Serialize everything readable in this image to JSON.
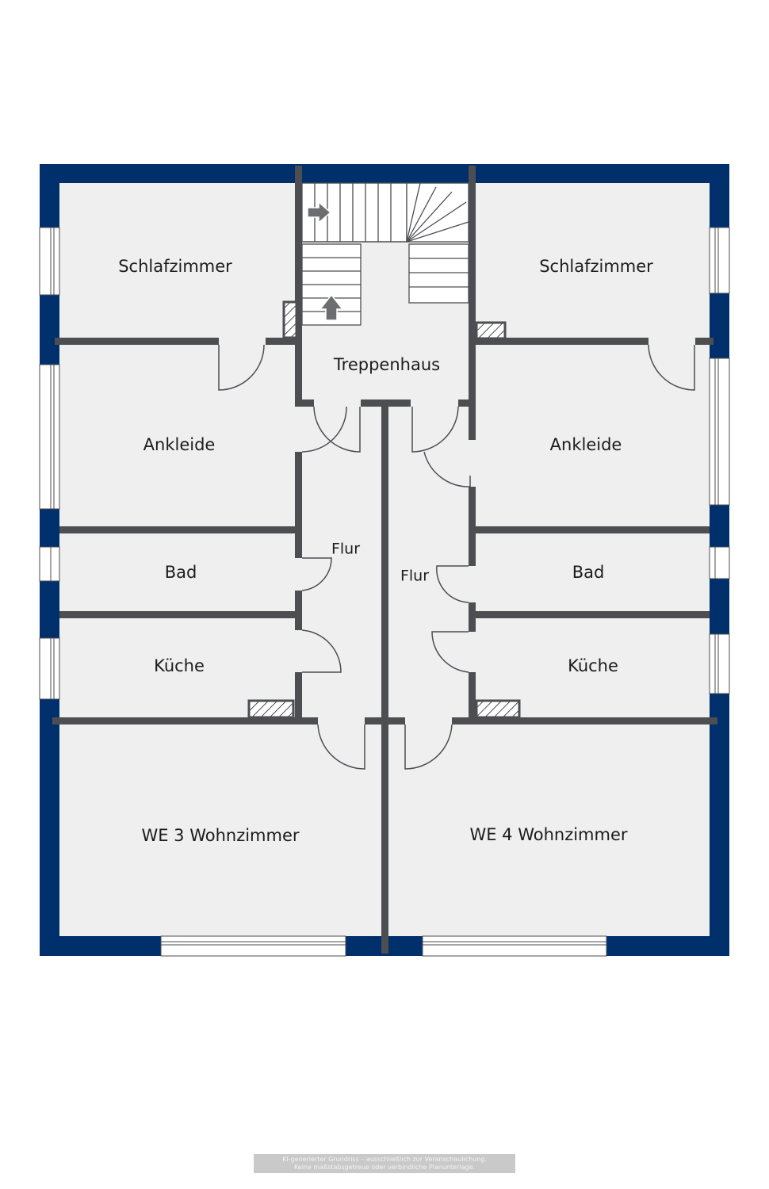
{
  "floorplan": {
    "rooms": {
      "schlafzimmer_left": "Schlafzimmer",
      "schlafzimmer_right": "Schlafzimmer",
      "treppenhaus": "Treppenhaus",
      "ankleide_left": "Ankleide",
      "ankleide_right": "Ankleide",
      "flur_left": "Flur",
      "flur_right": "Flur",
      "bad_left": "Bad",
      "bad_right": "Bad",
      "kueche_left": "Küche",
      "kueche_right": "Küche",
      "wohnzimmer_left": "WE 3 Wohnzimmer",
      "wohnzimmer_right": "WE 4 Wohnzimmer"
    },
    "colors": {
      "outer_wall": "#00306b",
      "inner_wall": "#4d4e52",
      "floor": "#efefef",
      "background": "#ffffff"
    }
  },
  "disclaimer": {
    "line1": "KI-generierter Grundriss – ausschließlich zur Veranschaulichung.",
    "line2": "Keine maßstabsgetreue oder verbindliche Planunterlage."
  }
}
